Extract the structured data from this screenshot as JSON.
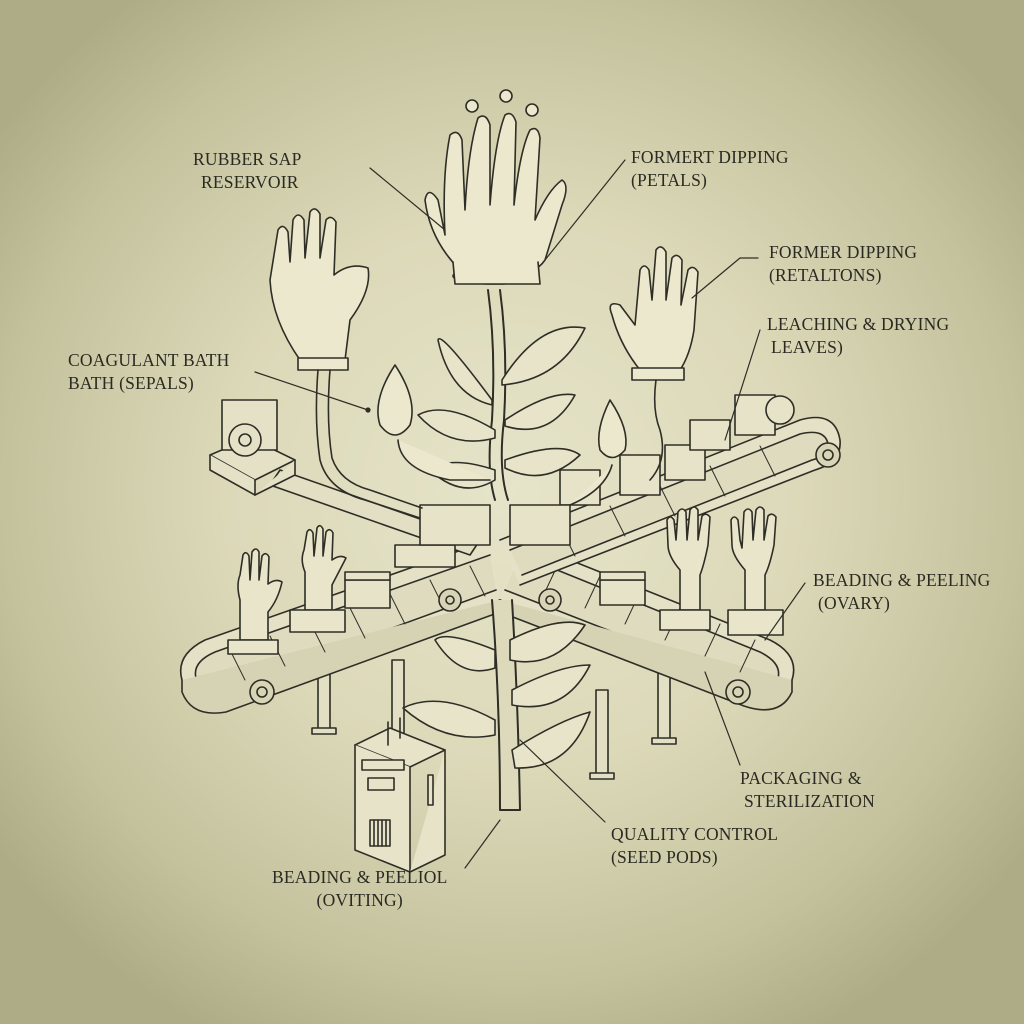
{
  "diagram": {
    "type": "illustrated process diagram (plant metaphor for glove manufacturing line)",
    "background_color": "#d8d5b4",
    "ink_color": "#2a2a22",
    "labels": [
      {
        "id": "rubber-sap-reservoir",
        "line1": "RUBBER SAP",
        "line2": "RESERVOIR"
      },
      {
        "id": "formert-dipping-petals",
        "line1": "FORMERT DIPPING",
        "line2": "(PETALS)"
      },
      {
        "id": "former-dipping-retaltons",
        "line1": "FORMER DIPPING",
        "line2": "(RETALTONS)"
      },
      {
        "id": "leaching-drying-leaves",
        "line1": "LEACHING & DRYING",
        "line2": "LEAVES)"
      },
      {
        "id": "coagulant-bath-sepals",
        "line1": "COAGULANT BATH",
        "line2": "BATH (SEPALS)"
      },
      {
        "id": "beading-peeling-ovary",
        "line1": "BEADING & PEELING",
        "line2": "(OVARY)"
      },
      {
        "id": "packaging-sterilization",
        "line1": "PACKAGING &",
        "line2": "STERILIZATION"
      },
      {
        "id": "quality-control-seed-pods",
        "line1": "QUALITY CONTROL",
        "line2": "(SEED PODS)"
      },
      {
        "id": "beading-peeliol-oviting",
        "line1": "BEADING & PEELIOL",
        "line2": "(OVITING)"
      }
    ],
    "components": [
      "central plant stem with leaves",
      "flower of glove formers on top",
      "left glove-former on stem",
      "right glove-former on stem",
      "two flower buds (sepals)",
      "crossing conveyor belts with glove molds",
      "motor unit on left",
      "control cabinet at bottom-left",
      "conveyor support legs"
    ]
  }
}
